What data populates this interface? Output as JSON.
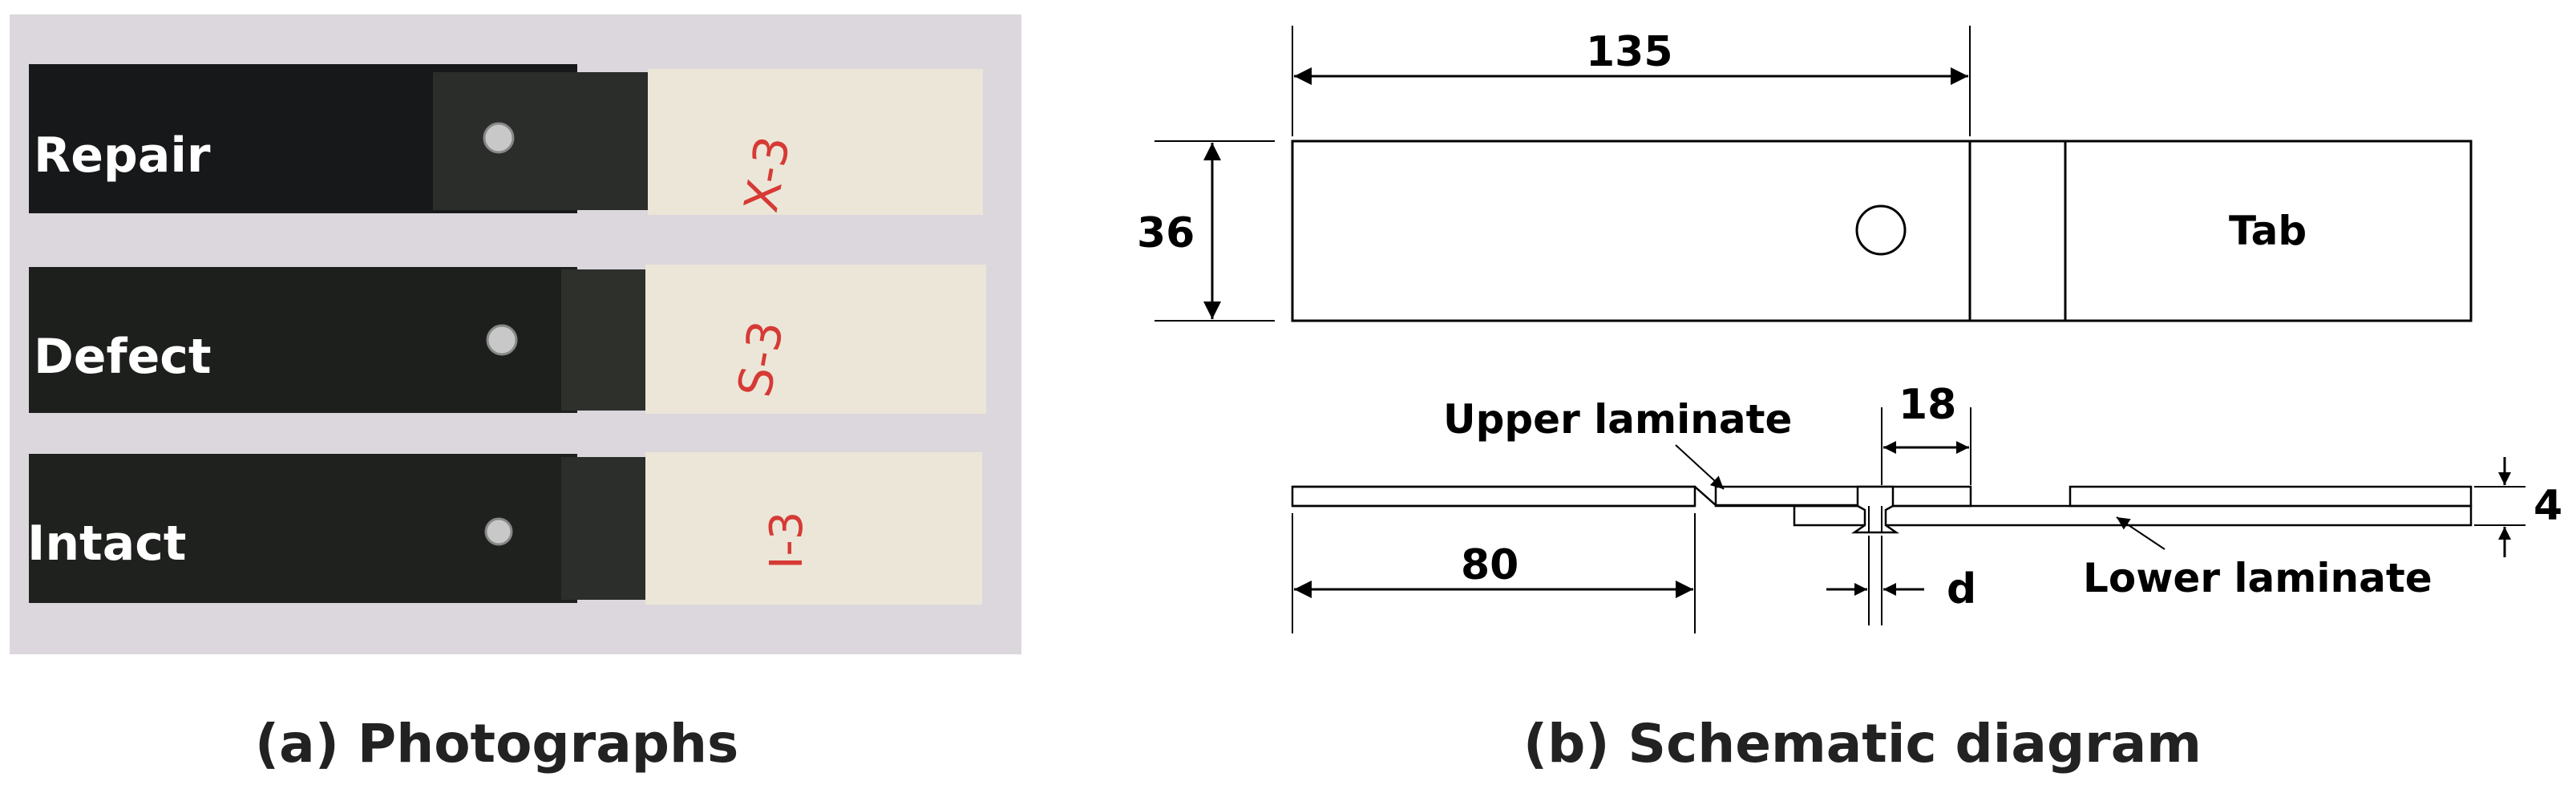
{
  "panel_a": {
    "caption": "(a) Photographs",
    "specimens": [
      {
        "label": "Repair",
        "marking": "X-3"
      },
      {
        "label": "Defect",
        "marking": "S-3"
      },
      {
        "label": "Intact",
        "marking": "I-3"
      }
    ]
  },
  "panel_b": {
    "caption": "(b) Schematic diagram",
    "top_view": {
      "dim_length": "135",
      "dim_width": "36",
      "tab_label": "Tab"
    },
    "side_view": {
      "upper_laminate": "Upper laminate",
      "lower_laminate": "Lower laminate",
      "dim_overlap": "18",
      "dim_thickness": "4",
      "dim_lower_start": "80",
      "dim_hole": "d"
    }
  },
  "colors": {
    "background": "#ffffff",
    "photo_backdrop": "#dcd7dc",
    "laminate_black": "#1b1d1b",
    "tab_cream": "#ece6d8",
    "ink_red": "#d63a35",
    "line": "#000000"
  }
}
